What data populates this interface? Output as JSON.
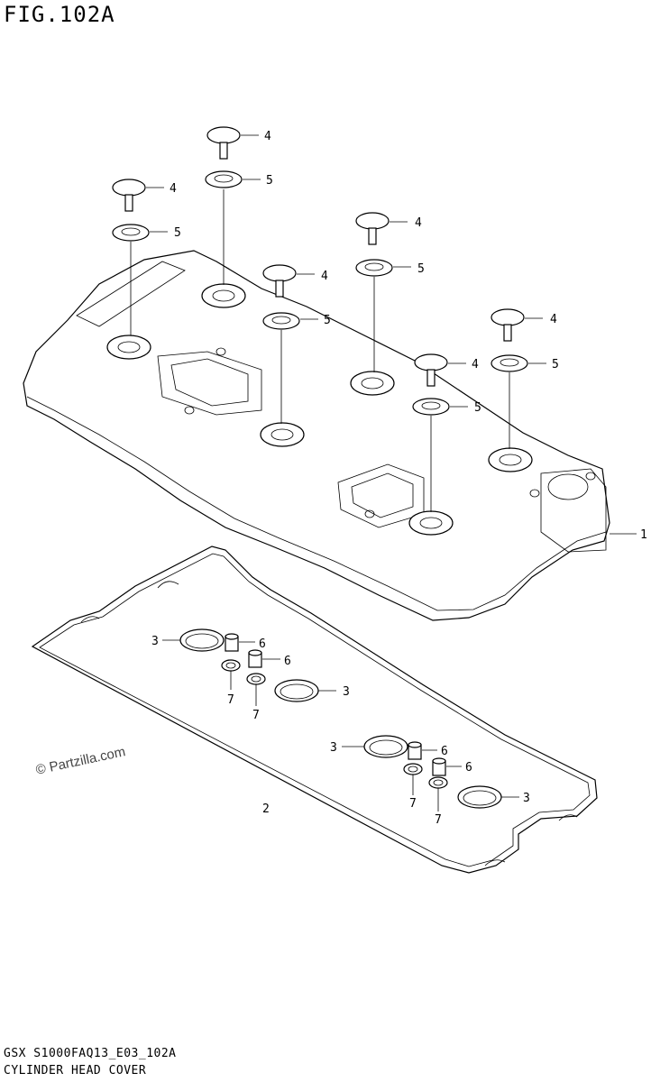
{
  "header": {
    "figure_label": "FIG.102A"
  },
  "footer": {
    "code": "GSX S1000FAQ13_E03_102A",
    "title": "CYLINDER HEAD COVER"
  },
  "watermark": "© Partzilla.com",
  "callouts": [
    "1",
    "2",
    "3",
    "3",
    "3",
    "3",
    "4",
    "4",
    "4",
    "4",
    "4",
    "4",
    "5",
    "5",
    "5",
    "5",
    "5",
    "5",
    "6",
    "6",
    "6",
    "6",
    "7",
    "7",
    "7",
    "7"
  ],
  "icons": {
    "watermark_logo": "copyright-symbol"
  }
}
